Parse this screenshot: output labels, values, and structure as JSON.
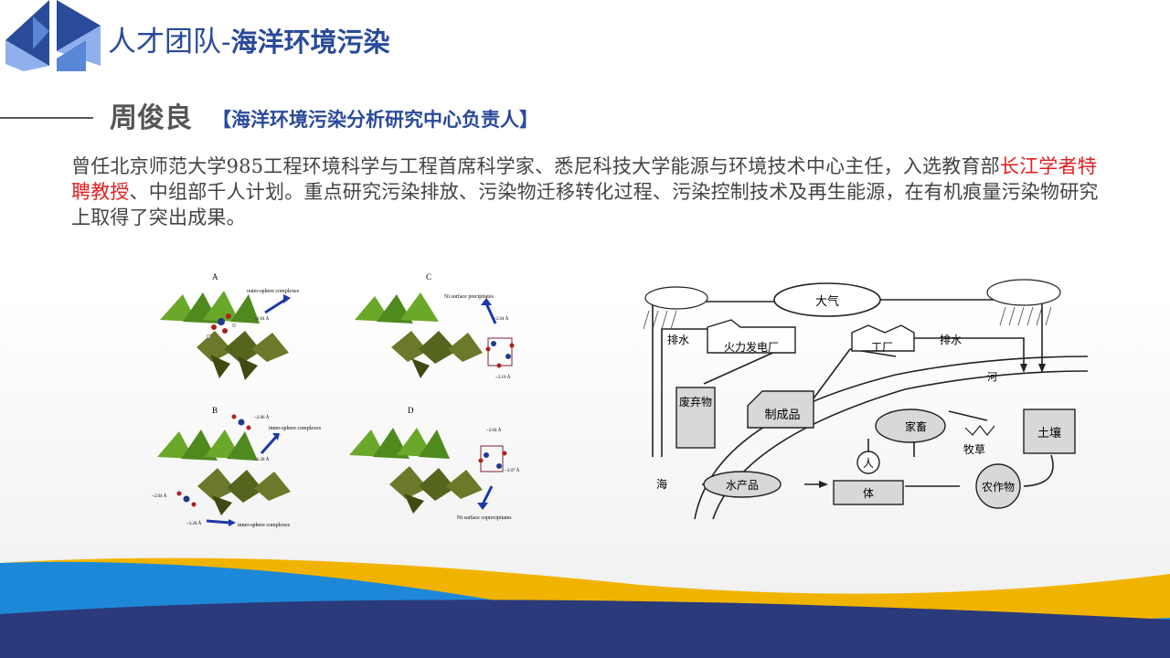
{
  "header": {
    "title_prefix": "人才团队-",
    "title_main": "海洋环境污染"
  },
  "person": {
    "name": "周俊良",
    "role": "【海洋环境污染分析研究中心负责人】",
    "bio_part1": "曾任北京师范大学985工程环境科学与工程首席科学家、悉尼科技大学能源与环境技术中心主任，入选教育部",
    "bio_highlight": "长江学者特聘教授",
    "bio_part2": "、中组部千人计划。重点研究污染排放、污染物迁移转化过程、污染控制技术及再生能源，在有机痕量污染物研究上取得了突出成果。"
  },
  "figure_left": {
    "panel_a": "A",
    "panel_b": "B",
    "panel_c": "C",
    "panel_d": "D",
    "a_label": "outer-sphere complexes",
    "b_label_top": "inner-sphere complexes",
    "b_label_bottom": "inner-sphere complexes",
    "c_label": "Ni surface precipitates",
    "d_label": "Ni surface coprecipitates",
    "a_dist": "~2.04 Å",
    "b_dist1": "~2.06 Å",
    "b_dist2": "~3.28 Å",
    "b_dist3": "~2.04 Å",
    "b_dist4": "~3.28 Å",
    "c_dist1": "~2.04 Å",
    "c_dist2": "~3.10 Å",
    "d_dist1": "~2.04 Å",
    "d_dist2": "~3.07 Å"
  },
  "figure_right": {
    "atmosphere": "大气",
    "drain_left": "排水",
    "drain_right": "排水",
    "power_plant": "火力发电厂",
    "factory": "工厂",
    "river": "河",
    "waste": "废弃物",
    "products": "制成品",
    "livestock": "家畜",
    "pasture": "牧草",
    "soil": "土壤",
    "human_top": "人",
    "human_bottom": "体",
    "sea": "海",
    "aquatic": "水产品",
    "crops": "农作物"
  },
  "colors": {
    "brand_blue": "#2a4a9a",
    "highlight_red": "#e02020",
    "band_yellow": "#f0b400",
    "band_light_blue": "#1e88d8",
    "band_navy": "#2a3a7a"
  }
}
